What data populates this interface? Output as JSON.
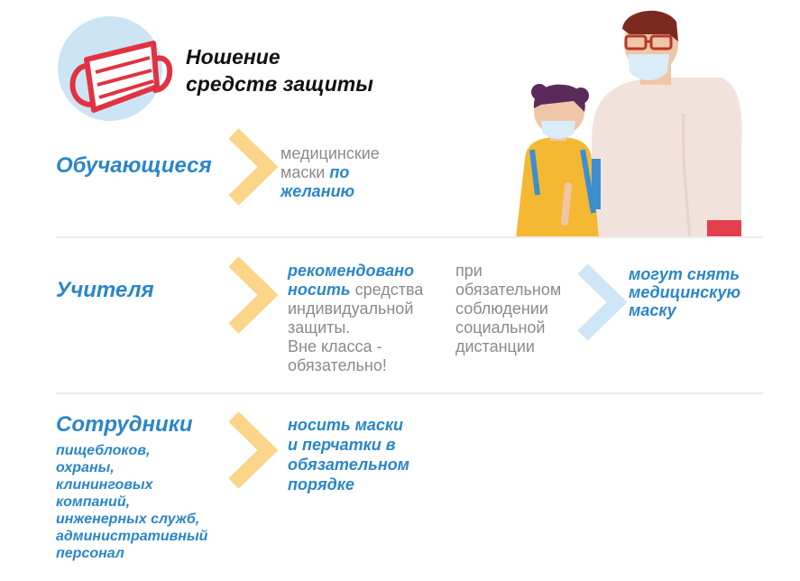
{
  "title": {
    "line1": "Ношение",
    "line2": "средств защиты"
  },
  "rows": {
    "students": {
      "label": "Обучающиеся",
      "text": {
        "line1": "медицинские",
        "line2_plain": "маски ",
        "line2_em": "по",
        "line3_em": "желанию"
      }
    },
    "teachers": {
      "label": "Учителя",
      "text": {
        "line1_em": "рекомендовано",
        "line2_em": "носить",
        "line2_plain": " средства",
        "line3": "индивидуальной",
        "line4": "защиты.",
        "line5": "Вне класса -",
        "line6": "обязательно!"
      },
      "condition": {
        "line1": "при",
        "line2": "обязательном",
        "line3": "соблюдении",
        "line4": "социальной",
        "line5": "дистанции"
      },
      "result": {
        "line1": "могут снять",
        "line2": "медицинскую",
        "line3": "маску"
      }
    },
    "staff": {
      "label": "Сотрудники",
      "sub": {
        "line1": "пищеблоков,",
        "line2": "охраны,",
        "line3": "клининговых",
        "line4": "компаний,",
        "line5": "инженерных служб,",
        "line6": "административный",
        "line7": "персонал"
      },
      "text": {
        "line1": "носить маски",
        "line2": "и перчатки в",
        "line3": "обязательном",
        "line4": "порядке"
      }
    }
  },
  "icons": {
    "mask": "face-mask-icon",
    "chevron": "chevron-right-icon",
    "illustration": "man-and-girl-in-masks-illustration"
  },
  "colors": {
    "blue": "#2a86c8",
    "gray_text": "#8a8a8a",
    "chevron_yellow": "#fbd58a",
    "chevron_lightblue": "#cfe6f7",
    "icon_circle": "#cde4f5",
    "mask_red": "#e03341"
  }
}
